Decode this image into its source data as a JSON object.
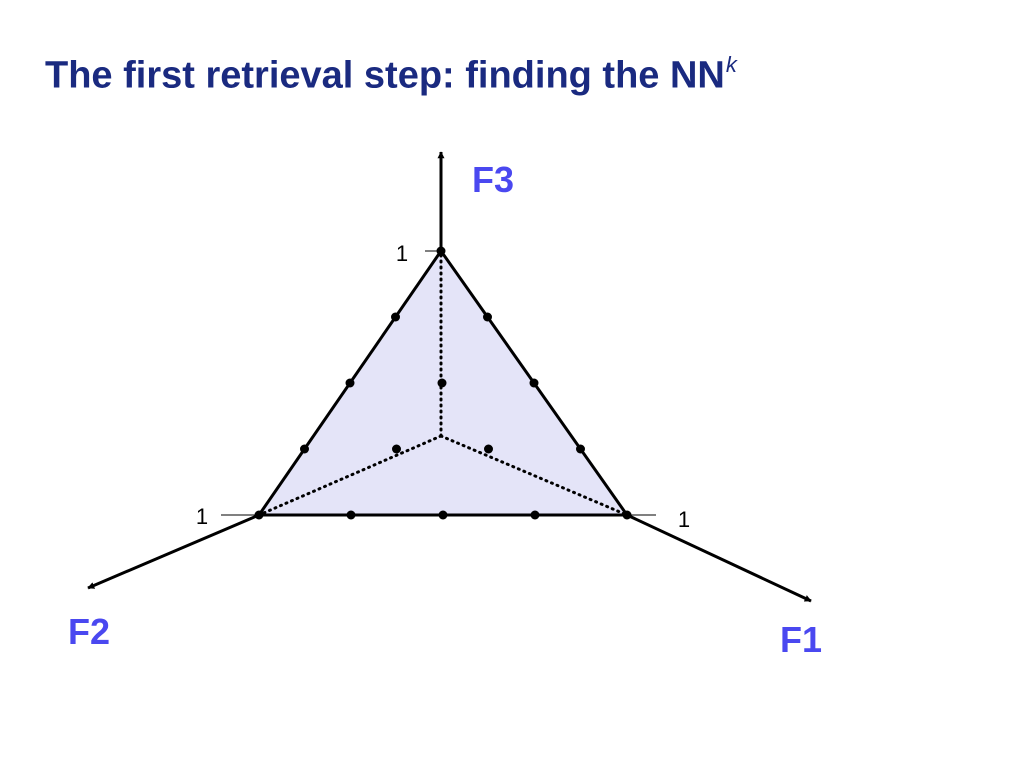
{
  "title": {
    "text": "The first retrieval step: finding the NN",
    "superscript": "k"
  },
  "diagram": {
    "axes": [
      {
        "id": "f1",
        "label": "F1",
        "unit_label": "1"
      },
      {
        "id": "f2",
        "label": "F2",
        "unit_label": "1"
      },
      {
        "id": "f3",
        "label": "F3",
        "unit_label": "1"
      }
    ],
    "grid_points": [
      {
        "f1": 1,
        "f2": 0,
        "f3": 0
      },
      {
        "f1": 0,
        "f2": 1,
        "f3": 0
      },
      {
        "f1": 0,
        "f2": 0,
        "f3": 1
      },
      {
        "f1": 0.75,
        "f2": 0.25,
        "f3": 0
      },
      {
        "f1": 0.5,
        "f2": 0.5,
        "f3": 0
      },
      {
        "f1": 0.25,
        "f2": 0.75,
        "f3": 0
      },
      {
        "f1": 0,
        "f2": 0.75,
        "f3": 0.25
      },
      {
        "f1": 0,
        "f2": 0.5,
        "f3": 0.5
      },
      {
        "f1": 0,
        "f2": 0.25,
        "f3": 0.75
      },
      {
        "f1": 0.75,
        "f2": 0,
        "f3": 0.25
      },
      {
        "f1": 0.5,
        "f2": 0,
        "f3": 0.5
      },
      {
        "f1": 0.25,
        "f2": 0,
        "f3": 0.75
      },
      {
        "f1": 0.25,
        "f2": 0.25,
        "f3": 0.5
      },
      {
        "f1": 0.5,
        "f2": 0.25,
        "f3": 0.25
      },
      {
        "f1": 0.25,
        "f2": 0.5,
        "f3": 0.25
      }
    ],
    "colors": {
      "title": "#1a2a80",
      "axis_name": "#4a48f0",
      "simplex_fill": "#e4e4f8",
      "line": "#000000"
    }
  }
}
